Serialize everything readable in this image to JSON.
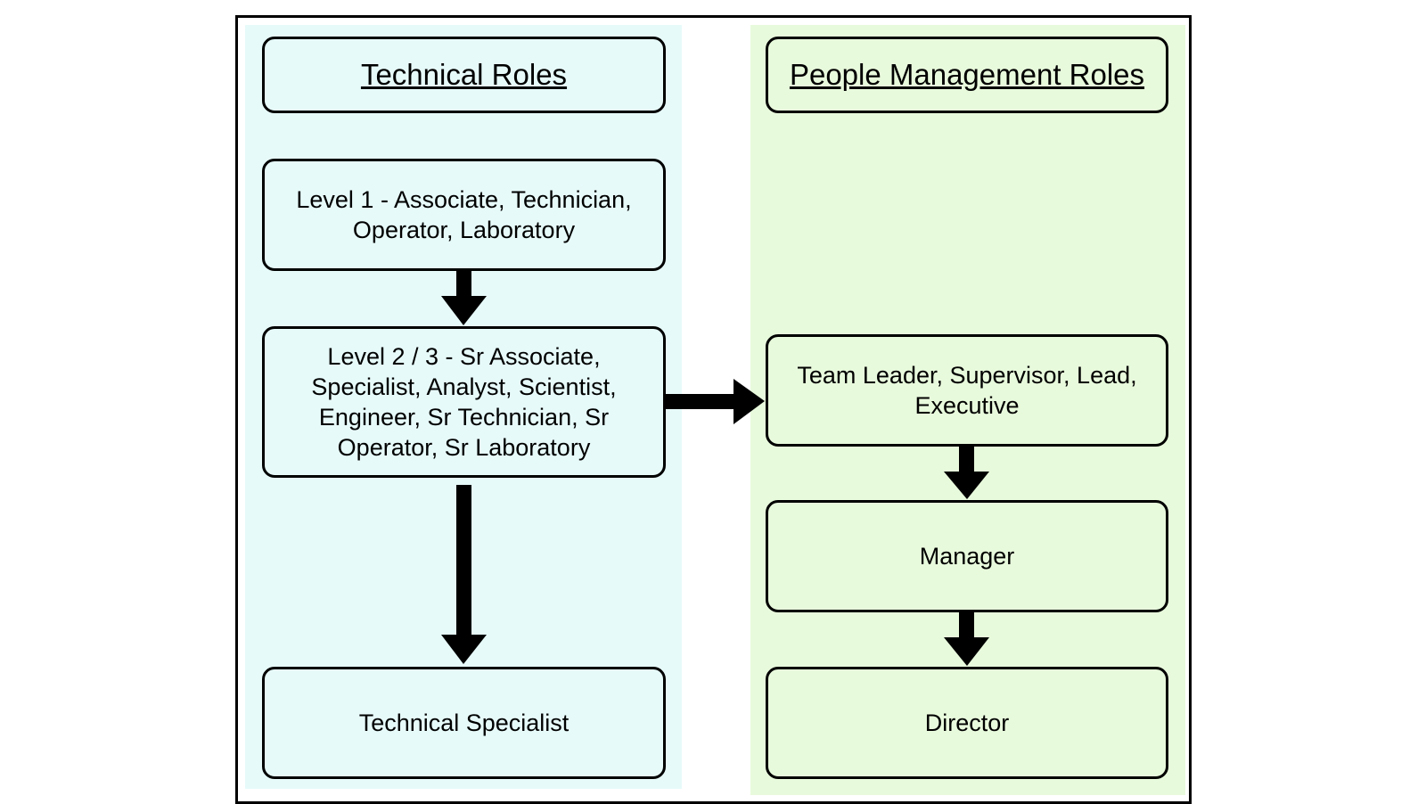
{
  "colors": {
    "technical_bg": "#e7fafa",
    "people_bg": "#e8fadc",
    "border": "#000000"
  },
  "technical": {
    "header": "Technical Roles",
    "level1": "Level 1 - Associate, Technician, Operator, Laboratory",
    "level23": "Level 2 / 3 - Sr Associate, Specialist, Analyst, Scientist, Engineer, Sr Technician, Sr Operator, Sr Laboratory",
    "specialist": "Technical Specialist"
  },
  "people": {
    "header": "People Management Roles",
    "team": "Team Leader, Supervisor, Lead, Executive",
    "manager": "Manager",
    "director": "Director"
  },
  "arrows": [
    {
      "from": "level1",
      "to": "level23"
    },
    {
      "from": "level23",
      "to": "specialist"
    },
    {
      "from": "level23",
      "to": "team"
    },
    {
      "from": "team",
      "to": "manager"
    },
    {
      "from": "manager",
      "to": "director"
    }
  ]
}
